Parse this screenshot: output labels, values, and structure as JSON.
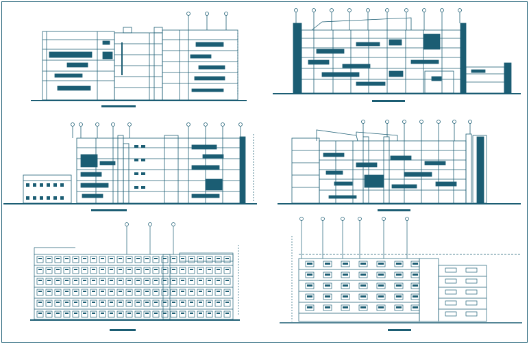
{
  "drawing": {
    "colors": {
      "line": "#1b5d73",
      "fill": "#1b5d73",
      "background": "#ffffff"
    },
    "elevations": [
      {
        "id": "elevation-1"
      },
      {
        "id": "elevation-2"
      },
      {
        "id": "elevation-3"
      },
      {
        "id": "elevation-4"
      },
      {
        "id": "elevation-5"
      },
      {
        "id": "elevation-6"
      }
    ]
  }
}
